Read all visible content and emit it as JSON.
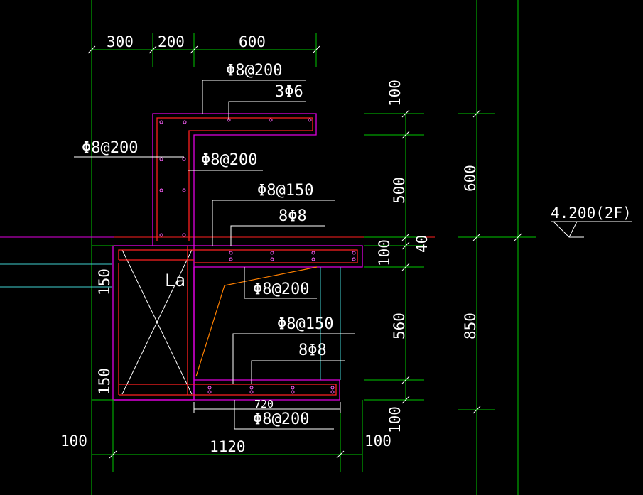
{
  "colors": {
    "background": "#000000",
    "dimension_line": "#00c800",
    "leader_line": "#ffffff",
    "concrete_outline": "#e000e0",
    "rebar": "#ff2020",
    "rebar_dot": "#ff60ff",
    "cyan_line": "#40d0d0",
    "orange_line": "#ff8000",
    "text": "#ffffff"
  },
  "dimensions_top": [
    "300",
    "200",
    "600"
  ],
  "dimensions_right_inner": [
    "100",
    "500",
    "40",
    "100",
    "560",
    "100"
  ],
  "dimensions_right_outer": [
    "600",
    "850"
  ],
  "dimensions_left": [
    "150",
    "150"
  ],
  "dimensions_bottom": {
    "left_offset": "100",
    "total_width": "1120",
    "right_offset": "100",
    "inner_width": "720"
  },
  "rebar_labels": {
    "top_stirrup": "Φ8@200",
    "top_longitudinal": "3Φ6",
    "wall_outer": "Φ8@200",
    "wall_inner": "Φ8@200",
    "slab_stirrup": "Φ8@150",
    "slab_longitudinal": "8Φ8",
    "slab_bottom_stirrup": "Φ8@200",
    "bottom_stirrup": "Φ8@150",
    "bottom_longitudinal": "8Φ8",
    "bottom_distribution": "Φ8@200"
  },
  "anchorage_label": "La",
  "elevation_mark": "4.200(2F)"
}
